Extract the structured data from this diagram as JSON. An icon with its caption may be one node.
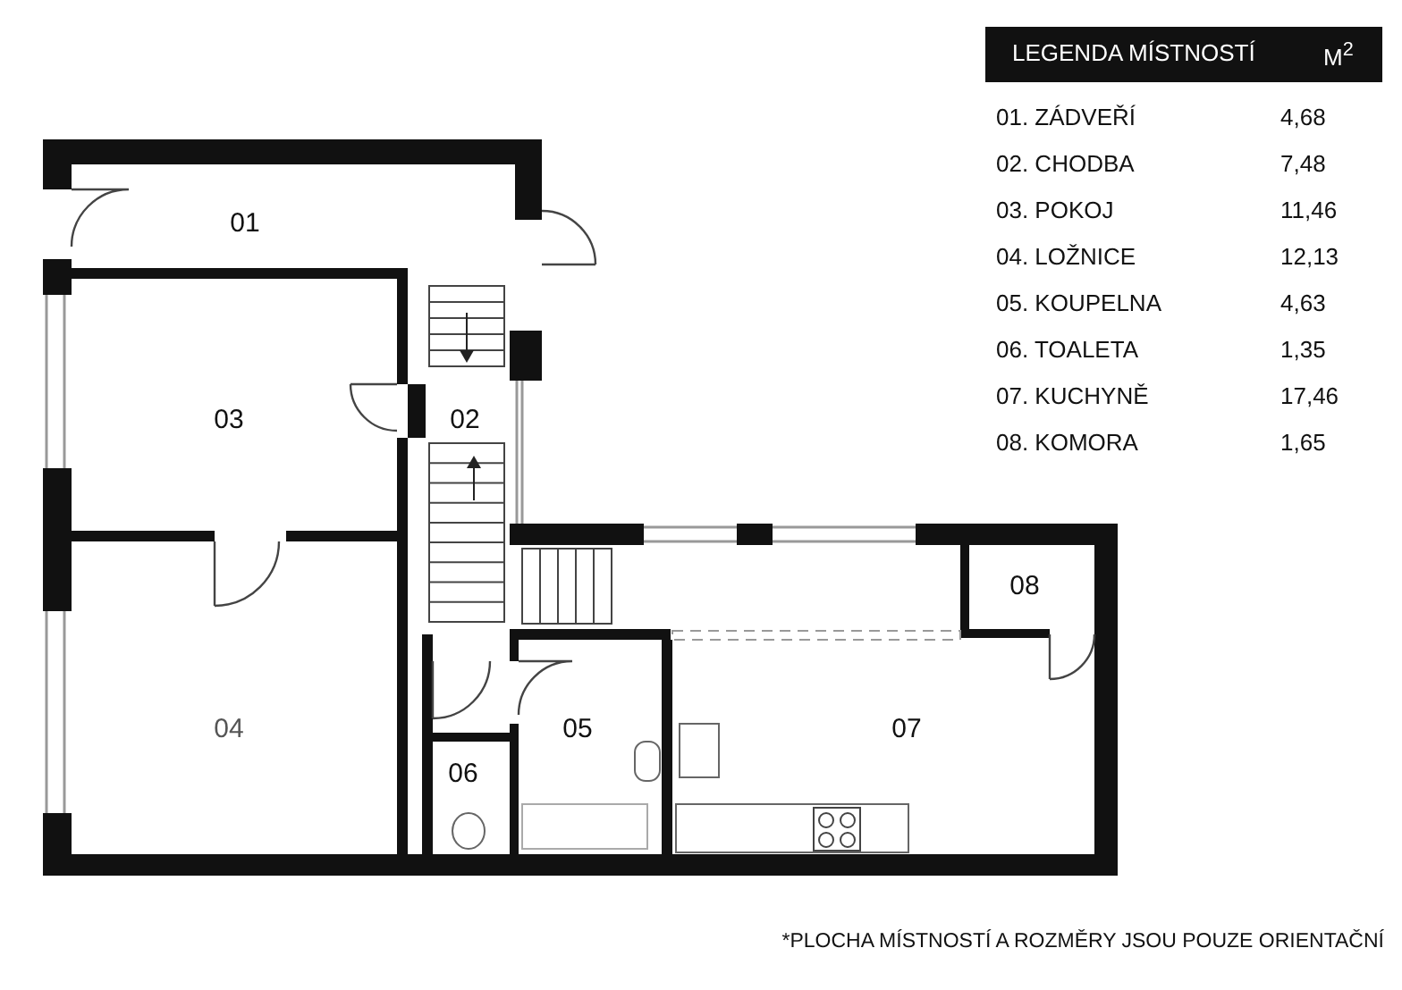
{
  "diagram": {
    "nodes": [
      {
        "text": [
          "01"
        ]
      },
      {
        "text": [
          "03"
        ]
      },
      {
        "text": [
          "02"
        ]
      },
      {
        "text": [
          "08"
        ]
      },
      {
        "text": [
          "04"
        ]
      },
      {
        "text": [
          "05"
        ]
      },
      {
        "text": [
          "07"
        ]
      },
      {
        "text": [
          "06"
        ]
      }
    ],
    "labels": [
      "LEGENDA MÍSTNOSTÍ",
      "M$^{2}$",
      "01. ZÁDVEŘÍ",
      "4,68",
      "02. CHODBA",
      "7,48",
      "03. POKOJ",
      "11,46",
      "04. LOŽNICE",
      "12,13",
      "05. KOUPELNA",
      "4,63",
      "06. TOALETA",
      "1,35",
      "07. KUCHYNĚ",
      "17,46",
      "08. KOMORA",
      "1,65",
      "*PLOCHA MÍSTNOSTÍ  A ROZMĚRY JSOU POUZE ORIENTAČNÍ"
    ]
  }
}
